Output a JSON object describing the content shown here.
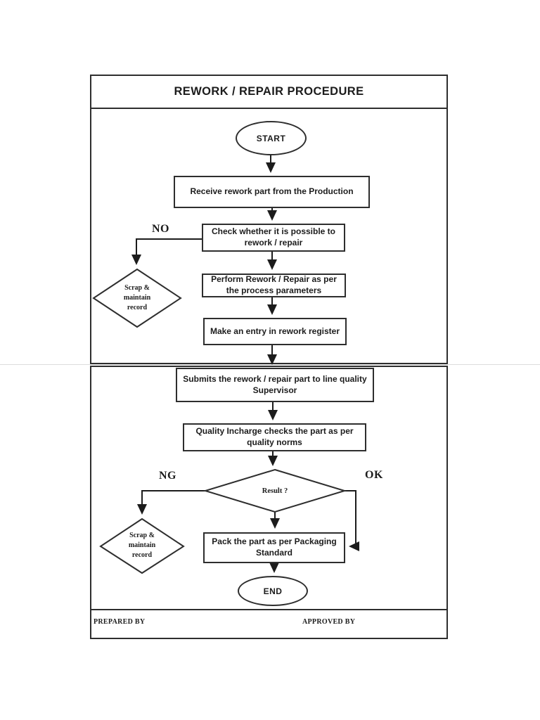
{
  "page": {
    "title": "REWORK / REPAIR PROCEDURE",
    "footer": {
      "prepared_by_label": "PREPARED BY",
      "approved_by_label": "APPROVED BY"
    }
  },
  "flowchart": {
    "terminators": {
      "start": "START",
      "end": "END"
    },
    "steps": {
      "receive": "Receive rework part from the Production",
      "check": "Check whether it is possible to rework / repair",
      "perform": "Perform Rework / Repair as per the process parameters",
      "register": "Make an entry in rework register",
      "submit": "Submits the rework / repair part to line quality Supervisor",
      "quality_check": "Quality Incharge checks the part as per quality norms",
      "pack": "Pack the part as per Packaging Standard"
    },
    "decisions": {
      "result": "Result ?"
    },
    "branch_labels": {
      "no": "NO",
      "ng": "NG",
      "ok": "OK"
    },
    "scrap_node": "Scrap & maintain record",
    "edges": [
      {
        "from": "START",
        "to": "Receive rework part from the Production"
      },
      {
        "from": "Receive rework part from the Production",
        "to": "Check whether it is possible to rework / repair"
      },
      {
        "from": "Check whether it is possible to rework / repair",
        "to": "Scrap & maintain record",
        "label": "NO"
      },
      {
        "from": "Check whether it is possible to rework / repair",
        "to": "Perform Rework / Repair as per the process parameters"
      },
      {
        "from": "Perform Rework / Repair as per the process parameters",
        "to": "Make an entry in rework register"
      },
      {
        "from": "Make an entry in rework register",
        "to": "Submits the rework / repair part to line quality Supervisor"
      },
      {
        "from": "Submits the rework / repair part to line quality Supervisor",
        "to": "Quality Incharge checks the part as per quality norms"
      },
      {
        "from": "Quality Incharge checks the part as per quality norms",
        "to": "Result ?"
      },
      {
        "from": "Result ?",
        "to": "Scrap & maintain record",
        "label": "NG"
      },
      {
        "from": "Result ?",
        "to": "Pack the part as per Packaging Standard",
        "label": "OK"
      },
      {
        "from": "Result ?",
        "to": "Pack the part as per Packaging Standard"
      },
      {
        "from": "Pack the part as per Packaging Standard",
        "to": "END"
      }
    ],
    "colors": {
      "ink": "#1c1c1c",
      "border": "#2e2e2e",
      "page_break": "#dcdcdc"
    }
  }
}
